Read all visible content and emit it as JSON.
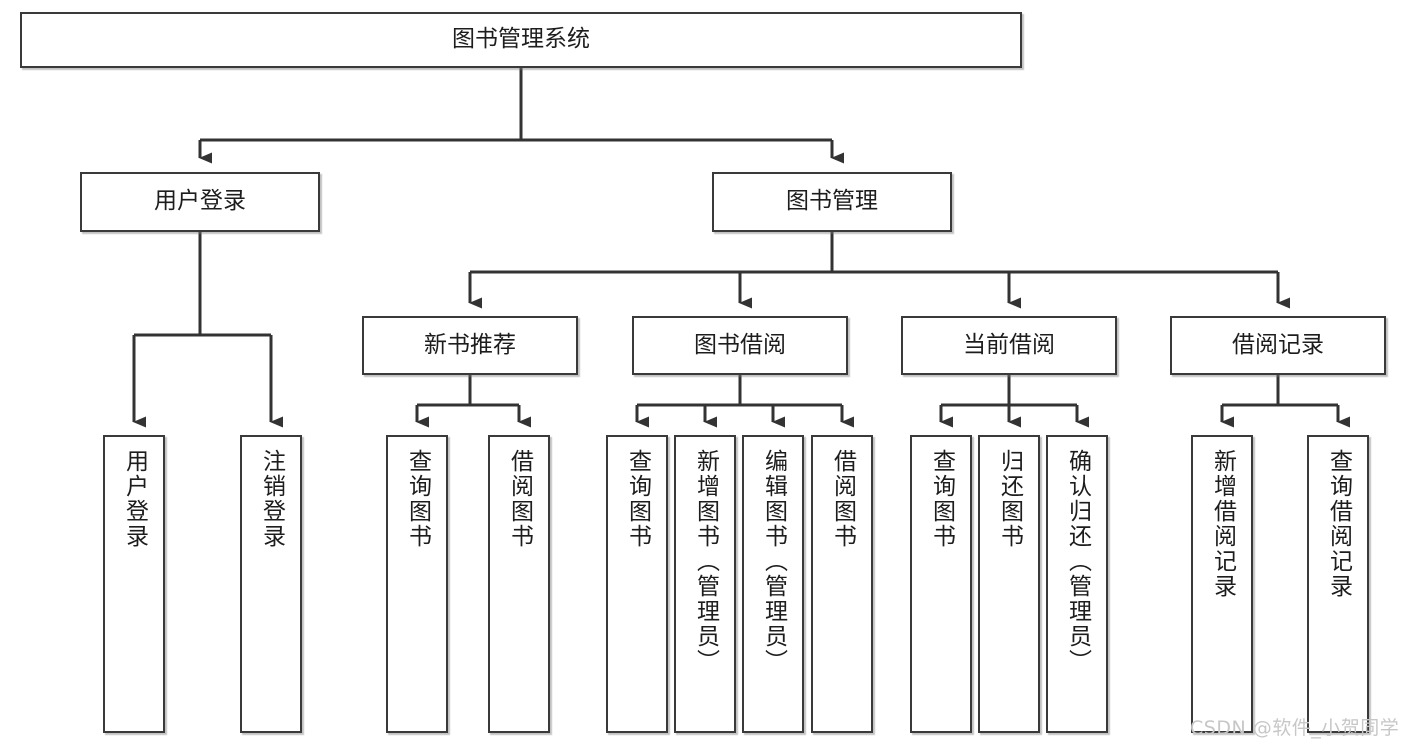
{
  "diagram": {
    "title": "图书管理系统",
    "type": "hierarchy-tree",
    "root": {
      "label": "图书管理系统"
    },
    "tier2": [
      {
        "label": "用户登录"
      },
      {
        "label": "图书管理"
      }
    ],
    "tier3": [
      {
        "label": "新书推荐"
      },
      {
        "label": "图书借阅"
      },
      {
        "label": "当前借阅"
      },
      {
        "label": "借阅记录"
      }
    ],
    "leaves": {
      "user_login": [
        {
          "label": "用户登录"
        },
        {
          "label": "注销登录"
        }
      ],
      "new_book_recommend": [
        {
          "label": "查询图书"
        },
        {
          "label": "借阅图书"
        }
      ],
      "book_borrow": [
        {
          "label": "查询图书"
        },
        {
          "label": "新增图书（管理员）"
        },
        {
          "label": "编辑图书（管理员）"
        },
        {
          "label": "借阅图书"
        }
      ],
      "current_borrow": [
        {
          "label": "查询图书"
        },
        {
          "label": "归还图书"
        },
        {
          "label": "确认归还（管理员）"
        }
      ],
      "borrow_record": [
        {
          "label": "新增借阅记录"
        },
        {
          "label": "查询借阅记录"
        }
      ]
    },
    "colors": {
      "border": "#3a3a3a",
      "background": "#ffffff",
      "text": "#1d1d1d",
      "connector": "#333333",
      "watermark": "#c7c7c7"
    }
  },
  "watermark": {
    "text": "CSDN @软件_小贺同学"
  }
}
